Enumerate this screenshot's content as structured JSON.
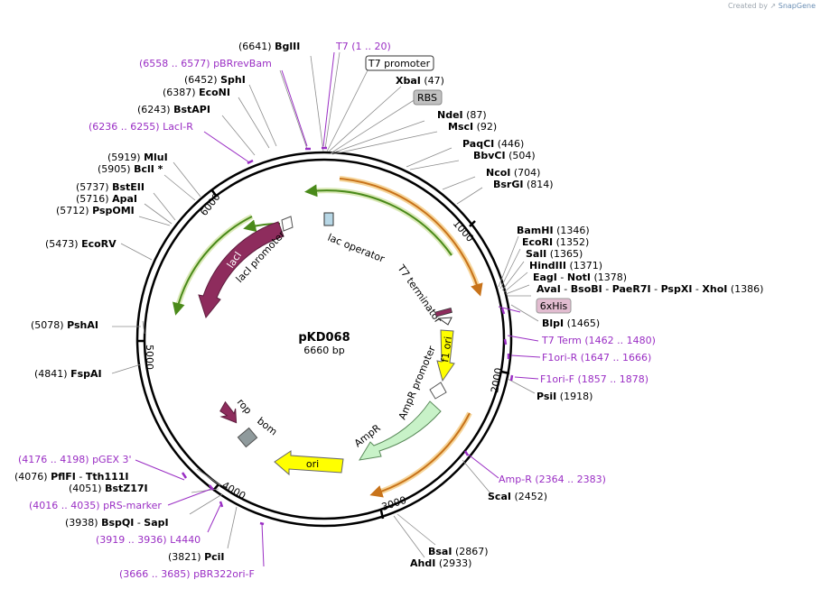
{
  "credit": {
    "prefix": "Created by",
    "brand": "SnapGene"
  },
  "plasmid": {
    "name": "pKD068",
    "length_label": "6660 bp",
    "length": 6660
  },
  "ticks": [
    "1000",
    "2000",
    "3000",
    "4000",
    "5000",
    "6000"
  ],
  "features": [
    {
      "id": "lac-operator",
      "label": "lac operator"
    },
    {
      "id": "t7-terminator",
      "label": "T7 terminator"
    },
    {
      "id": "f1-ori",
      "label": "f1 ori"
    },
    {
      "id": "ampr-promoter",
      "label": "AmpR promoter"
    },
    {
      "id": "ampr",
      "label": "AmpR"
    },
    {
      "id": "ori",
      "label": "ori"
    },
    {
      "id": "rop",
      "label": "rop"
    },
    {
      "id": "bom",
      "label": "bom"
    },
    {
      "id": "laci",
      "label": "lacI"
    },
    {
      "id": "laci-promoter",
      "label": "lacI promoter"
    }
  ],
  "boxes": {
    "t7_promoter": "T7 promoter",
    "rbs": "RBS",
    "his": "6xHis"
  },
  "sites": [
    {
      "id": "bglii",
      "pos": "(6641)",
      "name": "BglII"
    },
    {
      "id": "xbai",
      "pos": "(47)",
      "name": "XbaI"
    },
    {
      "id": "sphi",
      "pos": "(6452)",
      "name": "SphI"
    },
    {
      "id": "econi",
      "pos": "(6387)",
      "name": "EcoNI"
    },
    {
      "id": "bstapi",
      "pos": "(6243)",
      "name": "BstAPI"
    },
    {
      "id": "ndei",
      "pos": "(87)",
      "name": "NdeI"
    },
    {
      "id": "msci",
      "pos": "(92)",
      "name": "MscI"
    },
    {
      "id": "paqci",
      "pos": "(446)",
      "name": "PaqCI"
    },
    {
      "id": "bbvci",
      "pos": "(504)",
      "name": "BbvCI"
    },
    {
      "id": "ncoi",
      "pos": "(704)",
      "name": "NcoI"
    },
    {
      "id": "bsrgi",
      "pos": "(814)",
      "name": "BsrGI"
    },
    {
      "id": "mlui",
      "pos": "(5919)",
      "name": "MluI"
    },
    {
      "id": "bcli",
      "pos": "(5905)",
      "name": "BclI *"
    },
    {
      "id": "bsteii",
      "pos": "(5737)",
      "name": "BstEII"
    },
    {
      "id": "apai",
      "pos": "(5716)",
      "name": "ApaI"
    },
    {
      "id": "pspomi",
      "pos": "(5712)",
      "name": "PspOMI"
    },
    {
      "id": "bamhi",
      "pos": "(1346)",
      "name": "BamHI"
    },
    {
      "id": "ecori",
      "pos": "(1352)",
      "name": "EcoRI"
    },
    {
      "id": "sali",
      "pos": "(1365)",
      "name": "SalI"
    },
    {
      "id": "hindiii",
      "pos": "(1371)",
      "name": "HindIII"
    },
    {
      "id": "eagi-noti",
      "pos": "(1378)",
      "name": "EagI",
      "name2": "NotI"
    },
    {
      "id": "ecorv",
      "pos": "(5473)",
      "name": "EcoRV"
    },
    {
      "id": "blpi",
      "pos": "(1465)",
      "name": "BlpI"
    },
    {
      "id": "pshai",
      "pos": "(5078)",
      "name": "PshAI"
    },
    {
      "id": "fspai",
      "pos": "(4841)",
      "name": "FspAI"
    },
    {
      "id": "psii",
      "pos": "(1918)",
      "name": "PsiI"
    },
    {
      "id": "scai",
      "pos": "(2452)",
      "name": "ScaI"
    },
    {
      "id": "pfifi",
      "pos": "(4076)",
      "name": "PflFI",
      "name2": "Tth111I"
    },
    {
      "id": "bstz17i",
      "pos": "(4051)",
      "name": "BstZ17I"
    },
    {
      "id": "bspqi",
      "pos": "(3938)",
      "name": "BspQI",
      "name2": "SapI"
    },
    {
      "id": "pcii",
      "pos": "(3821)",
      "name": "PciI"
    },
    {
      "id": "bsai",
      "pos": "(2867)",
      "name": "BsaI"
    },
    {
      "id": "ahdi",
      "pos": "(2933)",
      "name": "AhdI"
    }
  ],
  "ava_row": {
    "pos": "(1386)",
    "names": [
      "AvaI",
      "BsoBI",
      "PaeR7I",
      "PspXI",
      "XhoI"
    ]
  },
  "primers": [
    {
      "id": "t7",
      "name": "T7",
      "range": "(1 .. 20)"
    },
    {
      "id": "pbrrevbam",
      "name": "pBRrevBam",
      "range": "(6558 .. 6577)"
    },
    {
      "id": "laci-r",
      "name": "LacI-R",
      "range": "(6236 .. 6255)"
    },
    {
      "id": "t7-term",
      "name": "T7 Term",
      "range": "(1462 .. 1480)"
    },
    {
      "id": "f1ori-r",
      "name": "F1ori-R",
      "range": "(1647 .. 1666)"
    },
    {
      "id": "f1ori-f",
      "name": "F1ori-F",
      "range": "(1857 .. 1878)"
    },
    {
      "id": "amp-r",
      "name": "Amp-R",
      "range": "(2364 .. 2383)"
    },
    {
      "id": "pgex3",
      "name": "pGEX 3'",
      "range": "(4176 .. 4198)"
    },
    {
      "id": "prs-marker",
      "name": "pRS-marker",
      "range": "(4016 .. 4035)"
    },
    {
      "id": "l4440",
      "name": "L4440",
      "range": "(3919 .. 3936)"
    },
    {
      "id": "pbr322ori-f",
      "name": "pBR322ori-F",
      "range": "(3666 .. 3685)"
    }
  ],
  "colors": {
    "ring": "#000000",
    "leader": "#8c8c8c",
    "primer": "#9a2ec4",
    "laci": "#8e2c5d",
    "green": "#4a8a1a",
    "orange": "#e08a1e",
    "yellow": "#ffff00",
    "ampr": "#c8f2c8",
    "bom": "#8f9a9c",
    "rbs": "#c0c0c0",
    "his": "#e2bcd0"
  }
}
